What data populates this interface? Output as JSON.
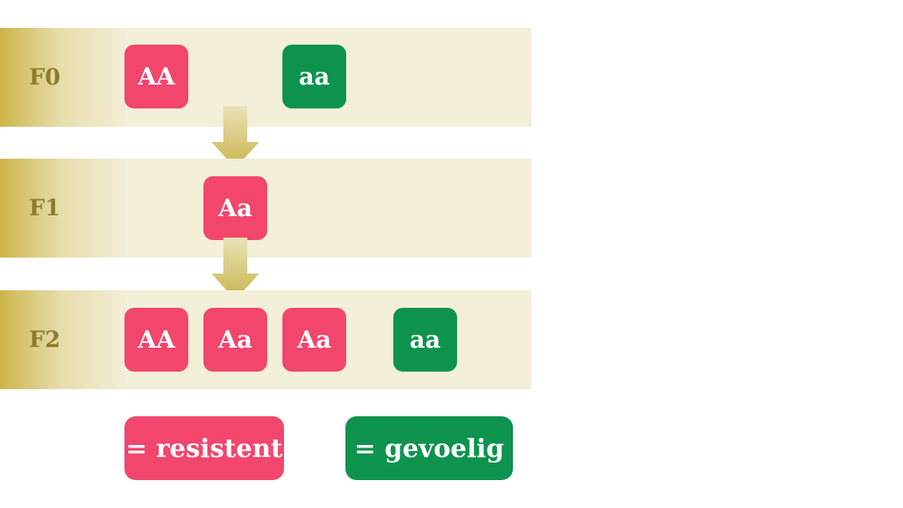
{
  "generations": [
    {
      "label": "F0",
      "genotypes": [
        {
          "text": "AA",
          "phenotype": "resistent"
        },
        {
          "text": "aa",
          "phenotype": "gevoelig"
        }
      ]
    },
    {
      "label": "F1",
      "genotypes": [
        {
          "text": "Aa",
          "phenotype": "resistent"
        }
      ]
    },
    {
      "label": "F2",
      "genotypes": [
        {
          "text": "AA",
          "phenotype": "resistent"
        },
        {
          "text": "Aa",
          "phenotype": "resistent"
        },
        {
          "text": "Aa",
          "phenotype": "resistent"
        },
        {
          "text": "aa",
          "phenotype": "gevoelig"
        }
      ]
    }
  ],
  "legend": {
    "resistent": "= resistent",
    "gevoelig": "= gevoelig"
  },
  "colors": {
    "resistent": "#f2466d",
    "gevoelig": "#0e934f",
    "band": "#f3efd8",
    "band_gradient": "#cdb54a",
    "label": "#8c7d2e",
    "arrow": "#c9b54c"
  }
}
